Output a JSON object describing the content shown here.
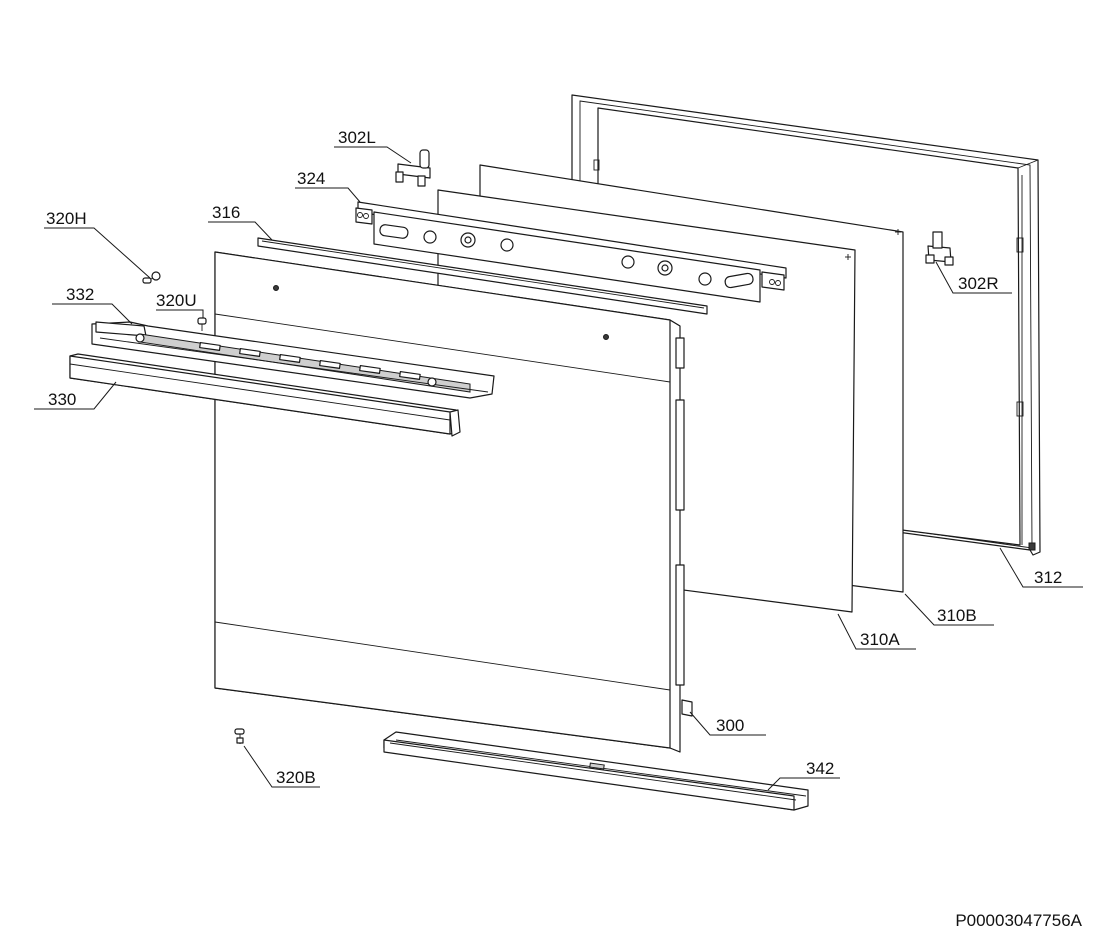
{
  "document_id": "P00003047756A",
  "callouts": {
    "c302L": "302L",
    "c324": "324",
    "c316": "316",
    "c320H": "320H",
    "c332": "332",
    "c320U": "320U",
    "c330": "330",
    "c302R": "302R",
    "c312": "312",
    "c310B": "310B",
    "c310A": "310A",
    "c300": "300",
    "c342": "342",
    "c320B": "320B"
  }
}
